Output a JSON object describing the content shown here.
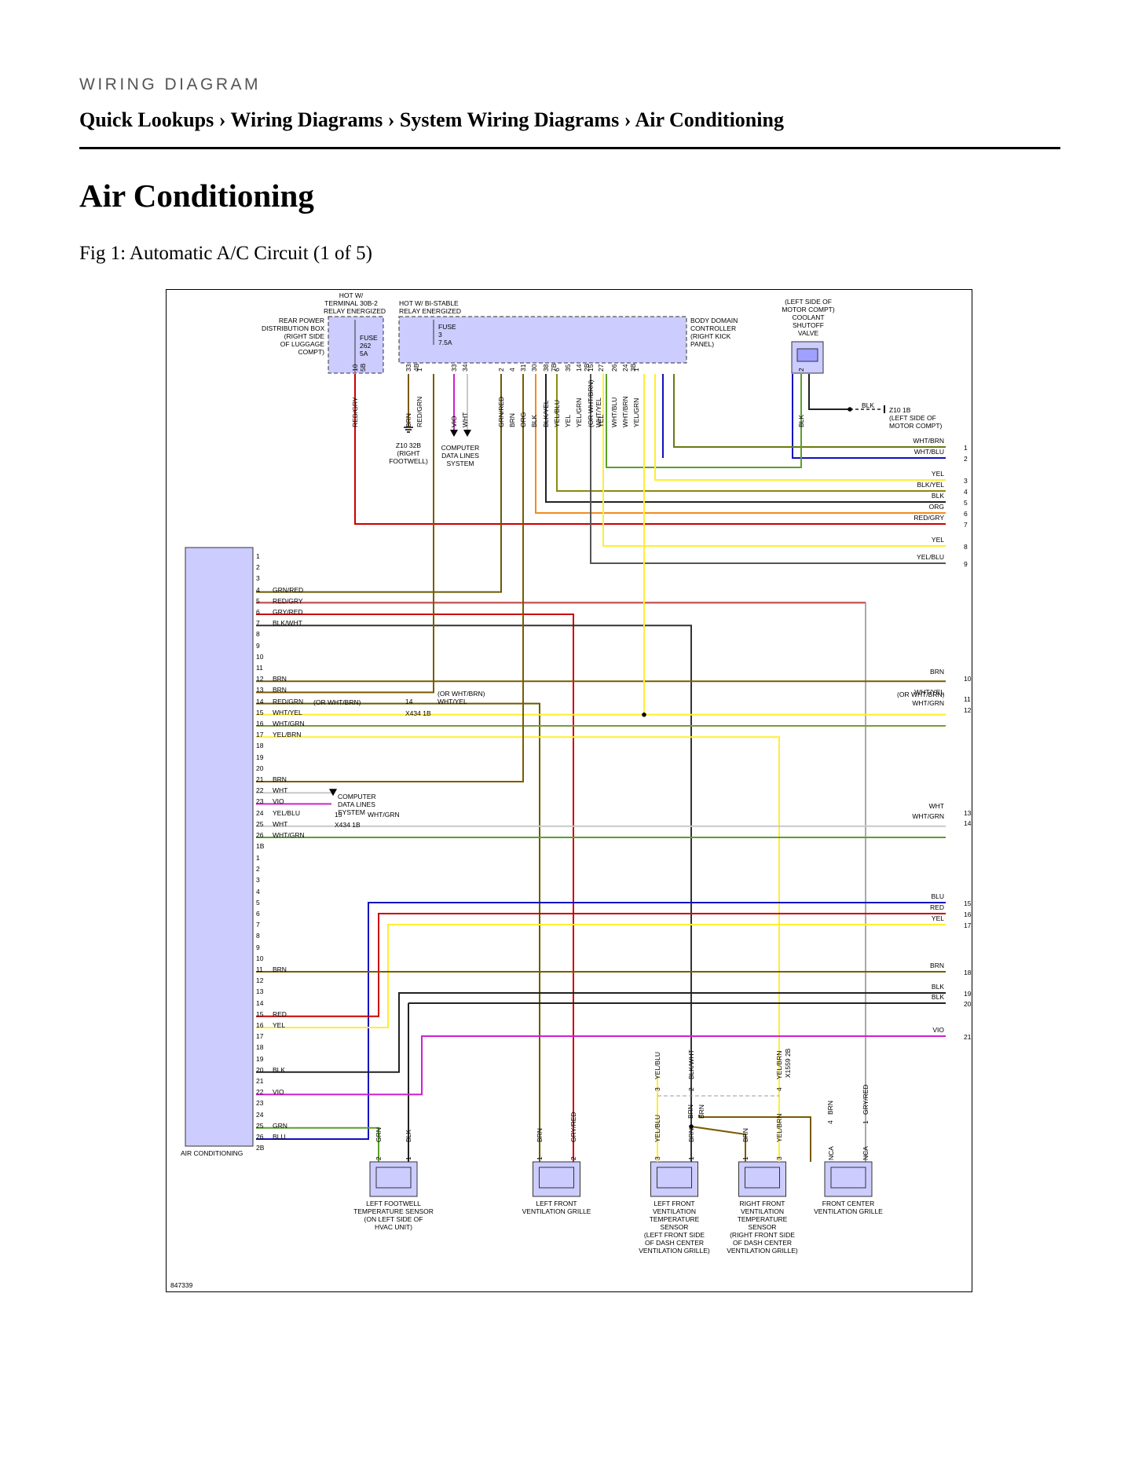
{
  "header": {
    "kicker": "WIRING DIAGRAM",
    "breadcrumb": [
      "Quick Lookups",
      "Wiring Diagrams",
      "System Wiring Diagrams",
      "Air Conditioning"
    ],
    "separator": "›"
  },
  "page_title": "Air Conditioning",
  "figure": {
    "caption": "Fig 1: Automatic A/C Circuit (1 of 5)",
    "diagram_id": "847339"
  },
  "diagram": {
    "fuse_box_1": {
      "power_note": "HOT W/\nTERMINAL 30B-2\nRELAY ENERGIZED",
      "name": "REAR POWER\nDISTRIBUTION BOX\n(RIGHT SIDE\nOF LUGGAGE\nCOMPT)",
      "fuse": "FUSE\n262\n5A"
    },
    "fuse_box_2": {
      "power_note": "HOT W/ BI-STABLE\nRELAY ENERGIZED",
      "fuse": "FUSE\n3\n7.5A"
    },
    "body_domain_controller": "BODY DOMAIN\nCONTROLLER\n(RIGHT KICK\nPANEL)",
    "coolant_valve": "(LEFT SIDE OF\nMOTOR COMPT)\nCOOLANT\nSHUTOFF\nVALVE",
    "ground_right": "Z10 1B\n(LEFT SIDE OF\nMOTOR COMPT)",
    "ground_footwell": "Z10 32B\n(RIGHT\nFOOTWELL)",
    "computer_data_lines": "COMPUTER\nDATA LINES\nSYSTEM",
    "module_name": "AIR CONDITIONING",
    "top_pins": [
      {
        "num": "10",
        "conn": "5B",
        "color": "RED/GRY"
      },
      {
        "num": "33",
        "conn": "4B",
        "color": "BRN"
      },
      {
        "num": "1",
        "conn": "",
        "color": "RED/GRN"
      },
      {
        "num": "33",
        "conn": "",
        "color": "VIO"
      },
      {
        "num": "34",
        "conn": "",
        "color": "WHT"
      },
      {
        "num": "2",
        "conn": "",
        "color": "GRN/RED"
      },
      {
        "num": "4",
        "conn": "",
        "color": "BRN"
      },
      {
        "num": "31",
        "conn": "",
        "color": "ORG"
      },
      {
        "num": "30",
        "conn": "",
        "color": "BLK"
      },
      {
        "num": "38",
        "conn": "7B",
        "color": "BLK/YEL"
      },
      {
        "num": "6",
        "conn": "",
        "color": "YEL/BLU"
      },
      {
        "num": "35",
        "conn": "",
        "color": "YEL"
      },
      {
        "num": "14",
        "conn": "2B",
        "color": "YEL/GRN"
      },
      {
        "num": "15",
        "conn": "",
        "color": "(OR WHT/BRN)\nWHT/YEL"
      },
      {
        "num": "27",
        "conn": "",
        "color": "YEL"
      },
      {
        "num": "26",
        "conn": "",
        "color": "WHT/BLU"
      },
      {
        "num": "24",
        "conn": "3B",
        "color": "WHT/BRN"
      },
      {
        "num": "1",
        "conn": "",
        "color": "YEL/GRN"
      },
      {
        "num": "2",
        "conn": "",
        "color": "BLK"
      }
    ],
    "module_pins_1B": [
      {
        "n": "1",
        "c": ""
      },
      {
        "n": "2",
        "c": ""
      },
      {
        "n": "3",
        "c": ""
      },
      {
        "n": "4",
        "c": "GRN/RED"
      },
      {
        "n": "5",
        "c": "RED/GRY"
      },
      {
        "n": "6",
        "c": "GRY/RED"
      },
      {
        "n": "7",
        "c": "BLK/WHT"
      },
      {
        "n": "8",
        "c": ""
      },
      {
        "n": "9",
        "c": ""
      },
      {
        "n": "10",
        "c": ""
      },
      {
        "n": "11",
        "c": ""
      },
      {
        "n": "12",
        "c": "BRN"
      },
      {
        "n": "13",
        "c": "BRN"
      },
      {
        "n": "14",
        "c": "RED/GRN"
      },
      {
        "n": "15",
        "c": "WHT/YEL"
      },
      {
        "n": "16",
        "c": "WHT/GRN"
      },
      {
        "n": "17",
        "c": "YEL/BRN"
      },
      {
        "n": "18",
        "c": ""
      },
      {
        "n": "19",
        "c": ""
      },
      {
        "n": "20",
        "c": ""
      },
      {
        "n": "21",
        "c": "BRN"
      },
      {
        "n": "22",
        "c": "WHT"
      },
      {
        "n": "23",
        "c": "VIO"
      },
      {
        "n": "24",
        "c": "YEL/BLU"
      },
      {
        "n": "25",
        "c": "WHT"
      },
      {
        "n": "26",
        "c": "WHT/GRN"
      },
      {
        "n": "1B",
        "c": ""
      }
    ],
    "module_pins_2B": [
      {
        "n": "1",
        "c": ""
      },
      {
        "n": "2",
        "c": ""
      },
      {
        "n": "3",
        "c": ""
      },
      {
        "n": "4",
        "c": ""
      },
      {
        "n": "5",
        "c": ""
      },
      {
        "n": "6",
        "c": ""
      },
      {
        "n": "7",
        "c": ""
      },
      {
        "n": "8",
        "c": ""
      },
      {
        "n": "9",
        "c": ""
      },
      {
        "n": "10",
        "c": ""
      },
      {
        "n": "11",
        "c": "BRN"
      },
      {
        "n": "12",
        "c": ""
      },
      {
        "n": "13",
        "c": ""
      },
      {
        "n": "14",
        "c": ""
      },
      {
        "n": "15",
        "c": "RED"
      },
      {
        "n": "16",
        "c": "YEL"
      },
      {
        "n": "17",
        "c": ""
      },
      {
        "n": "18",
        "c": ""
      },
      {
        "n": "19",
        "c": ""
      },
      {
        "n": "20",
        "c": "BLK"
      },
      {
        "n": "21",
        "c": ""
      },
      {
        "n": "22",
        "c": "VIO"
      },
      {
        "n": "23",
        "c": ""
      },
      {
        "n": "24",
        "c": ""
      },
      {
        "n": "25",
        "c": "GRN"
      },
      {
        "n": "26",
        "c": "BLU"
      },
      {
        "n": "2B",
        "c": ""
      }
    ],
    "right_refs": [
      {
        "ref": "1",
        "color": "WHT/BRN"
      },
      {
        "ref": "2",
        "color": "WHT/BLU"
      },
      {
        "ref": "3",
        "color": "YEL"
      },
      {
        "ref": "4",
        "color": "BLK/YEL"
      },
      {
        "ref": "5",
        "color": "BLK"
      },
      {
        "ref": "6",
        "color": "ORG"
      },
      {
        "ref": "7",
        "color": "RED/GRY"
      },
      {
        "ref": "8",
        "color": "YEL"
      },
      {
        "ref": "9",
        "color": "YEL/BLU"
      },
      {
        "ref": "10",
        "color": "BRN"
      },
      {
        "ref": "11",
        "color": "WHT/YEL"
      },
      {
        "ref": "12",
        "color": "WHT/GRN"
      },
      {
        "ref": "13",
        "color": "WHT"
      },
      {
        "ref": "14",
        "color": "WHT/GRN"
      },
      {
        "ref": "15",
        "color": "BLU"
      },
      {
        "ref": "16",
        "color": "RED"
      },
      {
        "ref": "17",
        "color": "YEL"
      },
      {
        "ref": "18",
        "color": "BRN"
      },
      {
        "ref": "19",
        "color": "BLK"
      },
      {
        "ref": "20",
        "color": "BLK"
      },
      {
        "ref": "21",
        "color": "VIO"
      }
    ],
    "or_wht_brn": "(OR WHT/BRN)",
    "splice_x434_a": {
      "pin": "14",
      "label": "X434 1B",
      "wire": "(OR WHT/BRN)\nWHT/YEL"
    },
    "splice_x434_b": {
      "pin": "15",
      "label": "X434 1B",
      "wire": "WHT/GRN"
    },
    "x1559": "X1559 2B",
    "ground_wire": "BLK",
    "sensors": [
      {
        "name": "LEFT FOOTWELL\nTEMPERATURE SENSOR\n(ON LEFT SIDE OF\nHVAC UNIT)",
        "pins": [
          {
            "n": "2",
            "c": "GRN"
          },
          {
            "n": "1",
            "c": "BLK"
          }
        ]
      },
      {
        "name": "LEFT FRONT\nVENTILATION GRILLE",
        "pins": [
          {
            "n": "1",
            "c": "BRN"
          },
          {
            "n": "2",
            "c": "GRY/RED"
          }
        ]
      },
      {
        "name": "LEFT FRONT\nVENTILATION\nTEMPERATURE\nSENSOR\n(LEFT FRONT SIDE\nOF DASH CENTER\nVENTILATION GRILLE)",
        "pins": [
          {
            "n": "3",
            "c": "YEL/BLU"
          },
          {
            "n": "1",
            "c": "BRN"
          }
        ]
      },
      {
        "name": "RIGHT FRONT\nVENTILATION\nTEMPERATURE\nSENSOR\n(RIGHT FRONT SIDE\nOF DASH CENTER\nVENTILATION GRILLE)",
        "pins": [
          {
            "n": "1",
            "c": "BRN"
          },
          {
            "n": "3",
            "c": "YEL/BRN"
          }
        ]
      },
      {
        "name": "FRONT CENTER\nVENTILATION GRILLE",
        "pins": [
          {
            "n": "NCA",
            "c": ""
          },
          {
            "n": "NCA",
            "c": ""
          }
        ]
      }
    ],
    "conn_pins": [
      {
        "n": "3",
        "c": "YEL/BLU"
      },
      {
        "n": "2",
        "c": "BLK/WHT"
      },
      {
        "n": "4",
        "c": "YEL/BRN"
      }
    ],
    "brn_labels": [
      "BRN",
      "BRN"
    ],
    "center_pins": [
      {
        "n": "4",
        "c": "BRN"
      },
      {
        "n": "1",
        "c": "GRY/RED"
      }
    ],
    "wire_colors": {
      "BRN": "#7a5a00",
      "RED": "#cc0000",
      "YEL": "#ffee33",
      "BLU": "#1010c0",
      "GRN": "#5aa02a",
      "VIO": "#d020d0",
      "BLK": "#222222",
      "WHT": "#c8c8c8",
      "ORG": "#f08c1e",
      "GRY": "#aaaaaa",
      "MOD": "#ccccff"
    }
  }
}
